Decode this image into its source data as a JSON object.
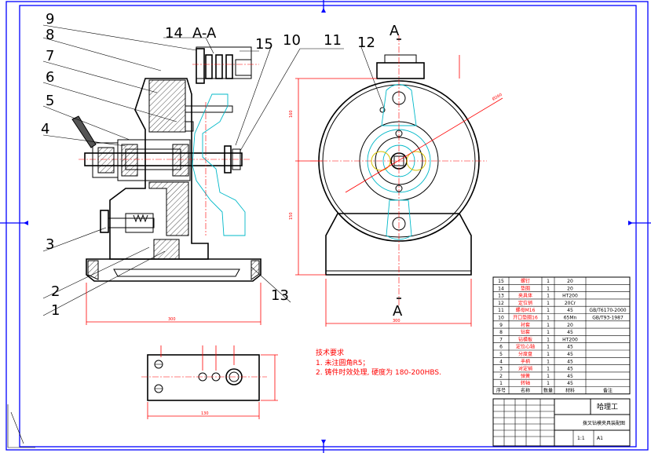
{
  "views": {
    "section_label": "A-A",
    "cut_label_top": "A",
    "cut_label_bottom": "A"
  },
  "part_callouts": [
    "9",
    "8",
    "7",
    "6",
    "5",
    "4",
    "3",
    "2",
    "1",
    "14",
    "15",
    "10",
    "11",
    "12",
    "13"
  ],
  "technical_requirements": {
    "heading": "技术要求",
    "items": [
      "1. 未注圆角R5；",
      "2. 铸件时效处理, 硬度为 180-200HBS."
    ]
  },
  "dimensions": {
    "side_width": "300",
    "front_height_upper": "160",
    "front_height_lower": "150",
    "front_width": "300",
    "front_diameter": "Ø260",
    "bottom_width": "130"
  },
  "bom": {
    "rows": [
      {
        "no": "15",
        "name": "螺钉",
        "qty": "1",
        "material": "20",
        "std": ""
      },
      {
        "no": "14",
        "name": "垫圈",
        "qty": "1",
        "material": "20",
        "std": ""
      },
      {
        "no": "13",
        "name": "夹具体",
        "qty": "1",
        "material": "HT200",
        "std": ""
      },
      {
        "no": "12",
        "name": "定位销",
        "qty": "1",
        "material": "20Cr",
        "std": ""
      },
      {
        "no": "11",
        "name": "螺母M16",
        "qty": "1",
        "material": "45",
        "std": "GB/T6170-2000"
      },
      {
        "no": "10",
        "name": "开口垫圈16",
        "qty": "1",
        "material": "65Mn",
        "std": "GB/T93-1987"
      },
      {
        "no": "9",
        "name": "衬套",
        "qty": "1",
        "material": "20",
        "std": ""
      },
      {
        "no": "8",
        "name": "钻套",
        "qty": "1",
        "material": "45",
        "std": ""
      },
      {
        "no": "7",
        "name": "钻模板",
        "qty": "1",
        "material": "HT200",
        "std": ""
      },
      {
        "no": "6",
        "name": "定位心轴",
        "qty": "1",
        "material": "45",
        "std": ""
      },
      {
        "no": "5",
        "name": "分度盘",
        "qty": "1",
        "material": "45",
        "std": ""
      },
      {
        "no": "4",
        "name": "手柄",
        "qty": "1",
        "material": "45",
        "std": ""
      },
      {
        "no": "3",
        "name": "对定销",
        "qty": "1",
        "material": "45",
        "std": ""
      },
      {
        "no": "2",
        "name": "弹簧",
        "qty": "1",
        "material": "45",
        "std": ""
      },
      {
        "no": "1",
        "name": "转轴",
        "qty": "1",
        "material": "45",
        "std": ""
      }
    ],
    "header": {
      "no": "序号",
      "name": "名称",
      "qty": "数量",
      "material": "材料",
      "std": "备注"
    }
  },
  "title_block": {
    "school": "哈理工",
    "drawing_name": "拨叉钻模夹具装配图",
    "scale": "1:1",
    "sheet": "A1"
  },
  "colors": {
    "frame": "#0000ff",
    "center_lines": "#ff0000",
    "workpiece": "#00b8c8",
    "hidden": "#d6c200",
    "annotation": "#ff0000",
    "bom_lines": "#000000"
  }
}
